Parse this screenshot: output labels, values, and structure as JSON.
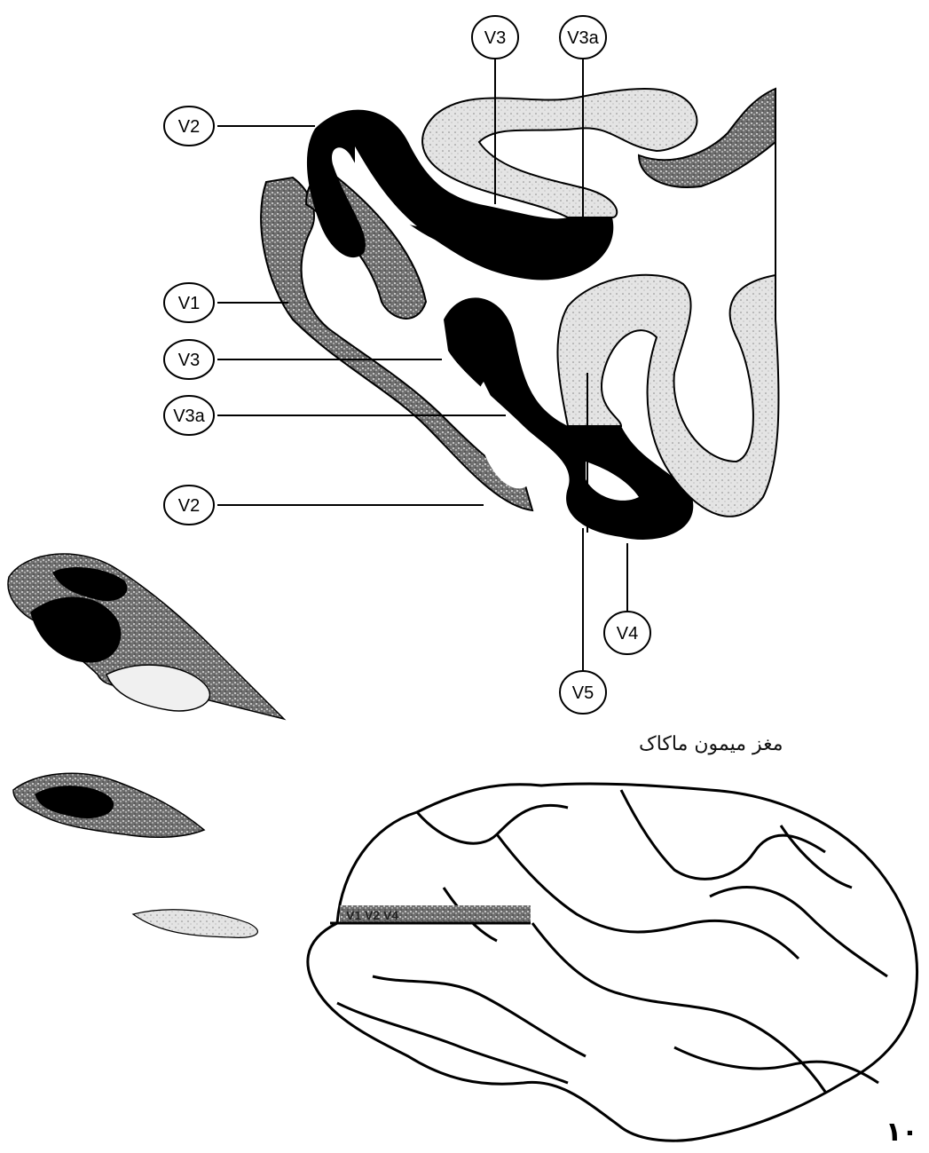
{
  "labels": {
    "top_v3": "V3",
    "top_v3a": "V3a",
    "left_v2_upper": "V2",
    "left_v1": "V1",
    "left_v3": "V3",
    "left_v3a": "V3a",
    "left_v2_lower": "V2",
    "bottom_v4": "V4",
    "bottom_v5": "V5"
  },
  "brain_strip_text": "V1 V2 V4",
  "caption": "مغز میمون ماکاک",
  "page_number": "۱۰",
  "colors": {
    "ink": "#000000",
    "speckle": "#7a7a7a",
    "light": "#d9d9d9",
    "paper": "#ffffff"
  }
}
